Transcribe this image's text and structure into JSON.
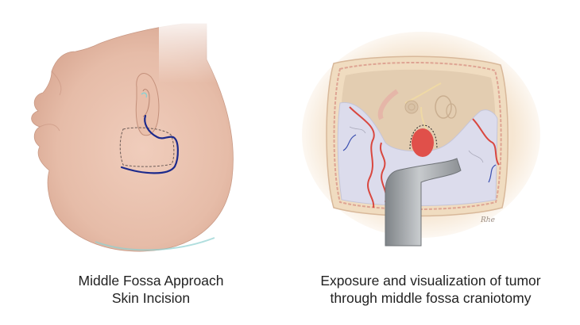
{
  "figure": {
    "left_panel": {
      "caption_line1": "Middle Fossa Approach",
      "caption_line2": "Skin Incision",
      "illustration": "head-lateral-view-with-incision",
      "incision_color": "#1c2a8c",
      "craniotomy_outline_color": "#6b5a55",
      "skin_color": "#e8c3b2"
    },
    "right_panel": {
      "caption_line1": "Exposure and visualization of tumor",
      "caption_line2": "through middle fossa craniotomy",
      "illustration": "middle-fossa-craniotomy-exposure",
      "artist_signature": "Rhe",
      "tumor_color": "#e0504a",
      "dura_color": "#dcdcec",
      "vessel_color": "#d9473f",
      "retractor_color": "#9a9ea3",
      "bone_color": "#f0dcc0"
    }
  }
}
